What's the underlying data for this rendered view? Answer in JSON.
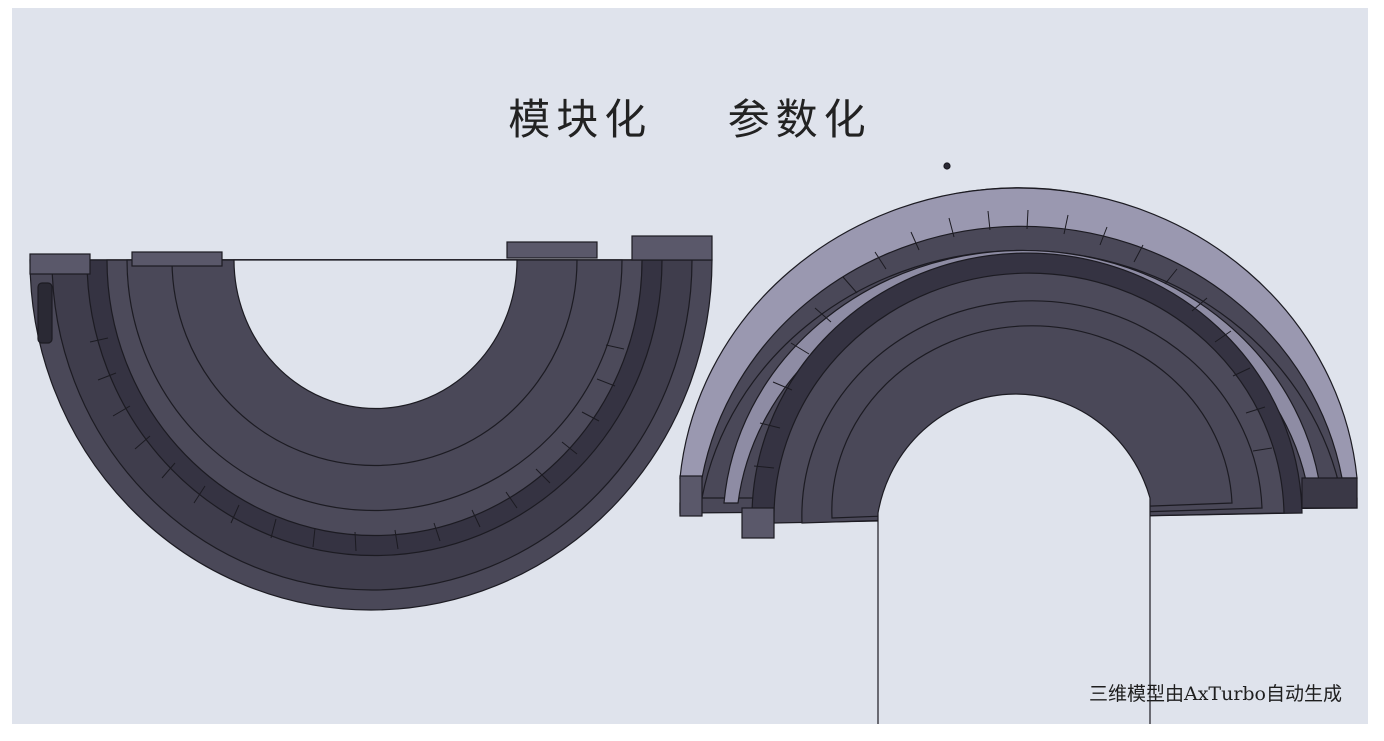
{
  "title": {
    "left_text": "模块化",
    "right_text": "参数化"
  },
  "caption": "三维模型由AxTurbo自动生成",
  "colors": {
    "background": "#dfe3ec",
    "body": "#4a4858",
    "body_dark": "#3a3846",
    "rim": "#9a98b0",
    "line": "#1c1b22"
  }
}
